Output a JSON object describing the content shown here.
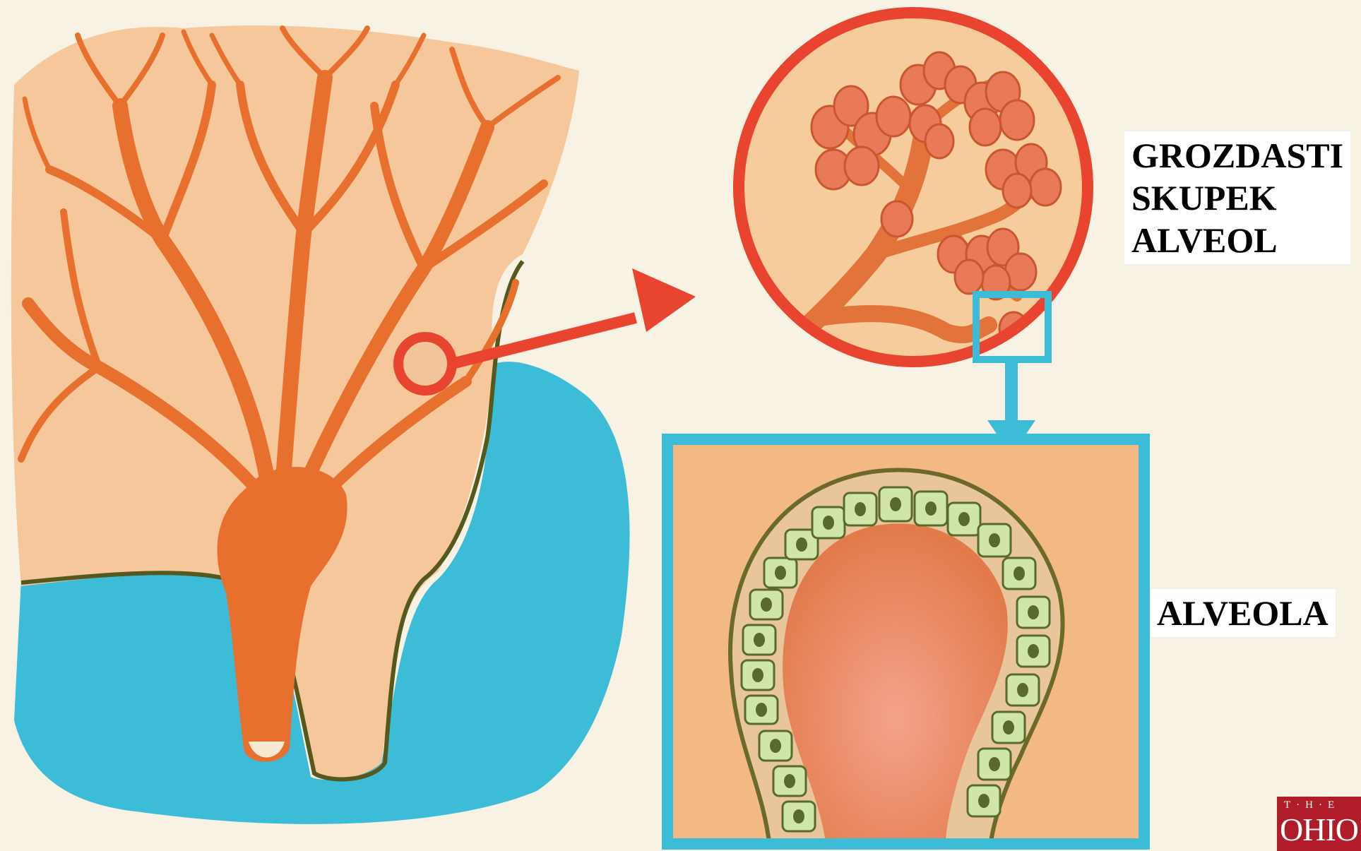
{
  "labels": {
    "cluster_line1": "GROZDASTI",
    "cluster_line2": "SKUPEK",
    "cluster_line3": "ALVEOL",
    "alveola": "ALVEOLA"
  },
  "logo": {
    "top_text": "T·H·E",
    "main_text": "OHIO"
  },
  "colors": {
    "background": "#f7f2e4",
    "gland_fill": "#f6c79a",
    "duct_orange": "#e8702e",
    "duct_dark": "#d9561e",
    "cyan": "#3dbcd8",
    "red_arrow": "#e8442f",
    "cell_green": "#cfe6a8",
    "nucleus": "#5a6a2c"
  },
  "icons": {
    "zoom_arrow": "arrow-right-icon",
    "zoom_down_arrow": "arrow-down-icon"
  }
}
